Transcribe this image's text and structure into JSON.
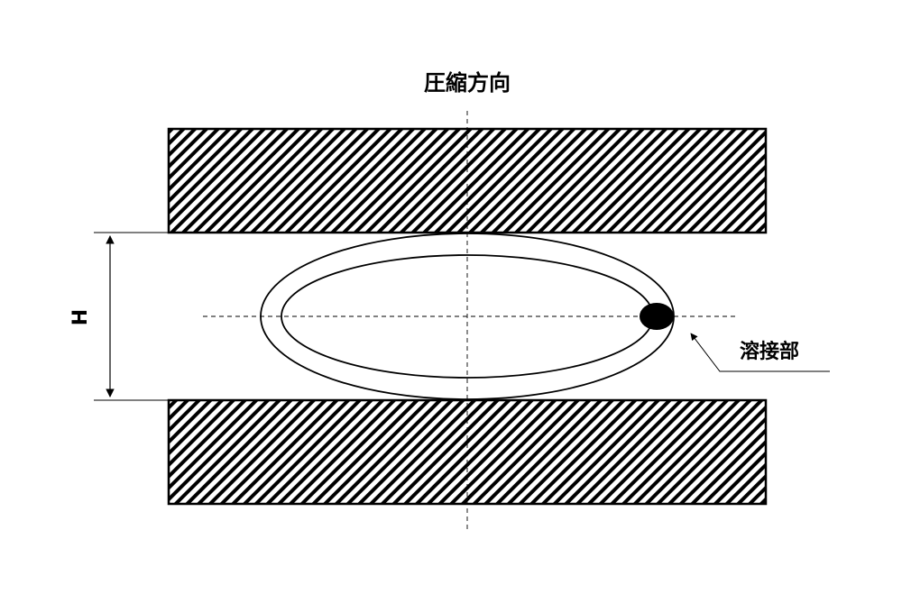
{
  "diagram": {
    "direction_label": "圧縮方向",
    "height_label": "H",
    "weld_label": "溶接部"
  },
  "colors": {
    "line": "#000000",
    "background": "#ffffff",
    "weld": "#000000"
  }
}
